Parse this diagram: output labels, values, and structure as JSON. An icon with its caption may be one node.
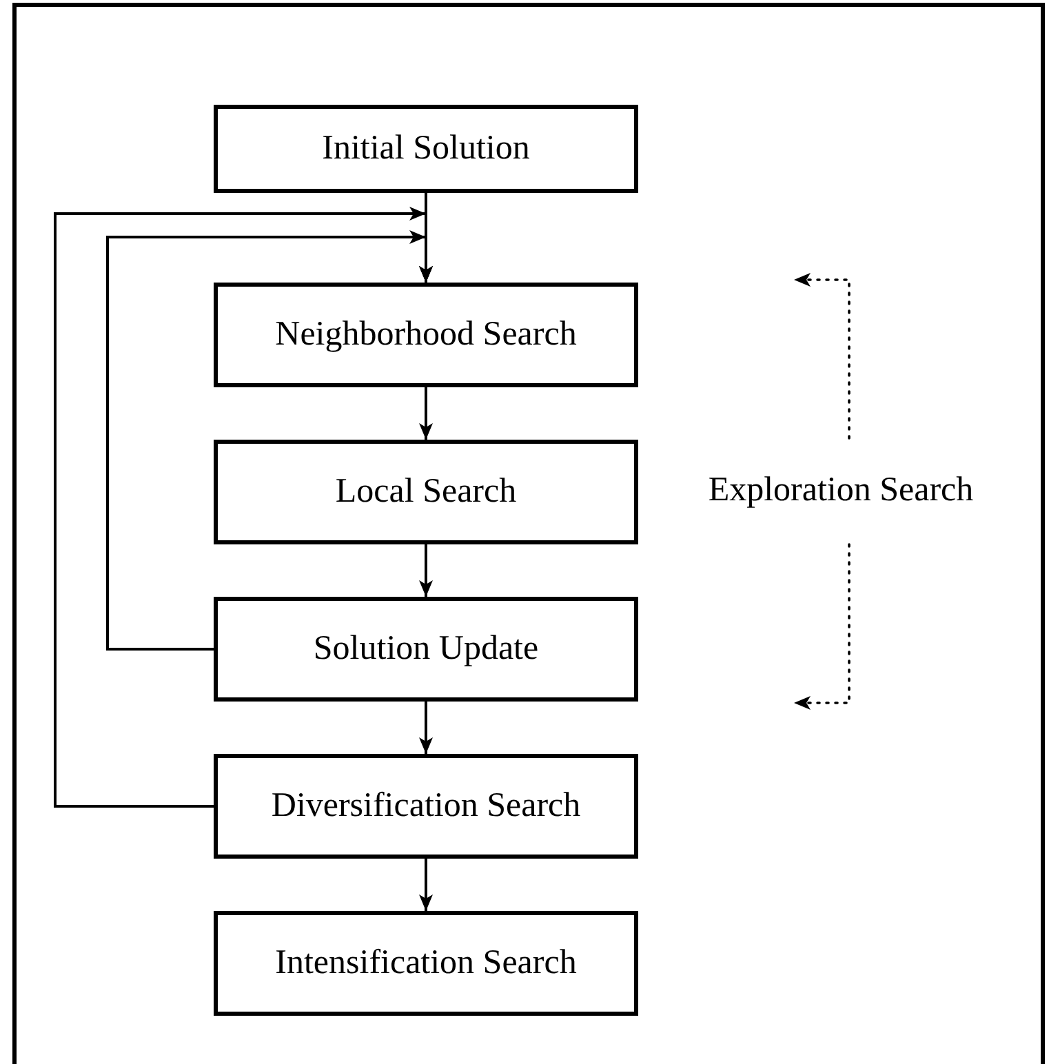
{
  "diagram": {
    "nodes": [
      {
        "text": [
          "Initial Solution"
        ]
      },
      {
        "text": [
          "Neighborhood Search"
        ]
      },
      {
        "text": [
          "Local Search"
        ]
      },
      {
        "text": [
          "Solution Update"
        ]
      },
      {
        "text": [
          "Diversification Search"
        ]
      },
      {
        "text": [
          "Intensification Search"
        ]
      },
      {
        "text": [
          "Exploration Search"
        ]
      }
    ],
    "edges": [
      {
        "from": 0,
        "to": 1,
        "arrow": "to"
      },
      {
        "from": 3,
        "to": 1,
        "arrow": "to"
      },
      {
        "from": 4,
        "to": 1,
        "arrow": "to"
      },
      {
        "from": 1,
        "to": 2,
        "arrow": "to"
      },
      {
        "from": 2,
        "to": 3,
        "arrow": "to"
      },
      {
        "from": 3,
        "to": 4,
        "arrow": "to"
      },
      {
        "from": 4,
        "to": 5,
        "arrow": "to"
      },
      {
        "from": 6,
        "to": null,
        "arrow": "to",
        "style": "dashed"
      },
      {
        "from": 6,
        "to": null,
        "arrow": "to",
        "style": "dashed"
      }
    ]
  }
}
